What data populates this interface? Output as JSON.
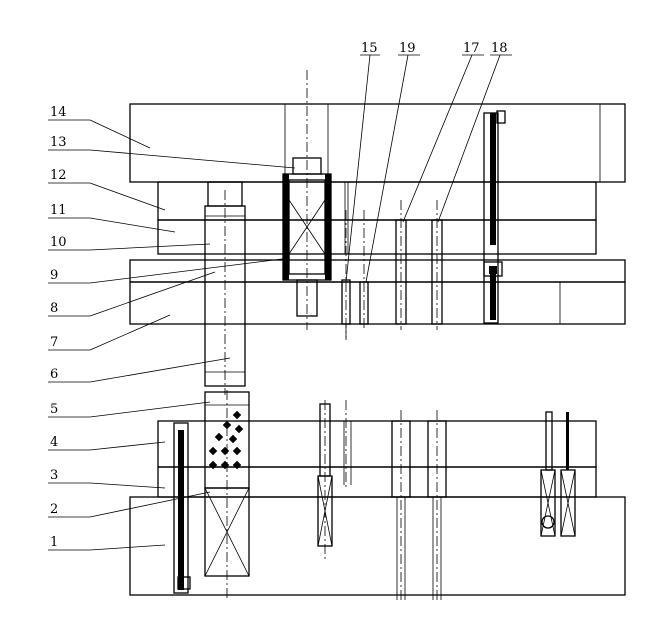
{
  "diagram": {
    "callouts_left": [
      "14",
      "13",
      "12",
      "11",
      "10",
      "9",
      "8",
      "7",
      "6",
      "5",
      "4",
      "3",
      "2",
      "1"
    ],
    "callouts_top": [
      "15",
      "19",
      "17",
      "18"
    ]
  }
}
